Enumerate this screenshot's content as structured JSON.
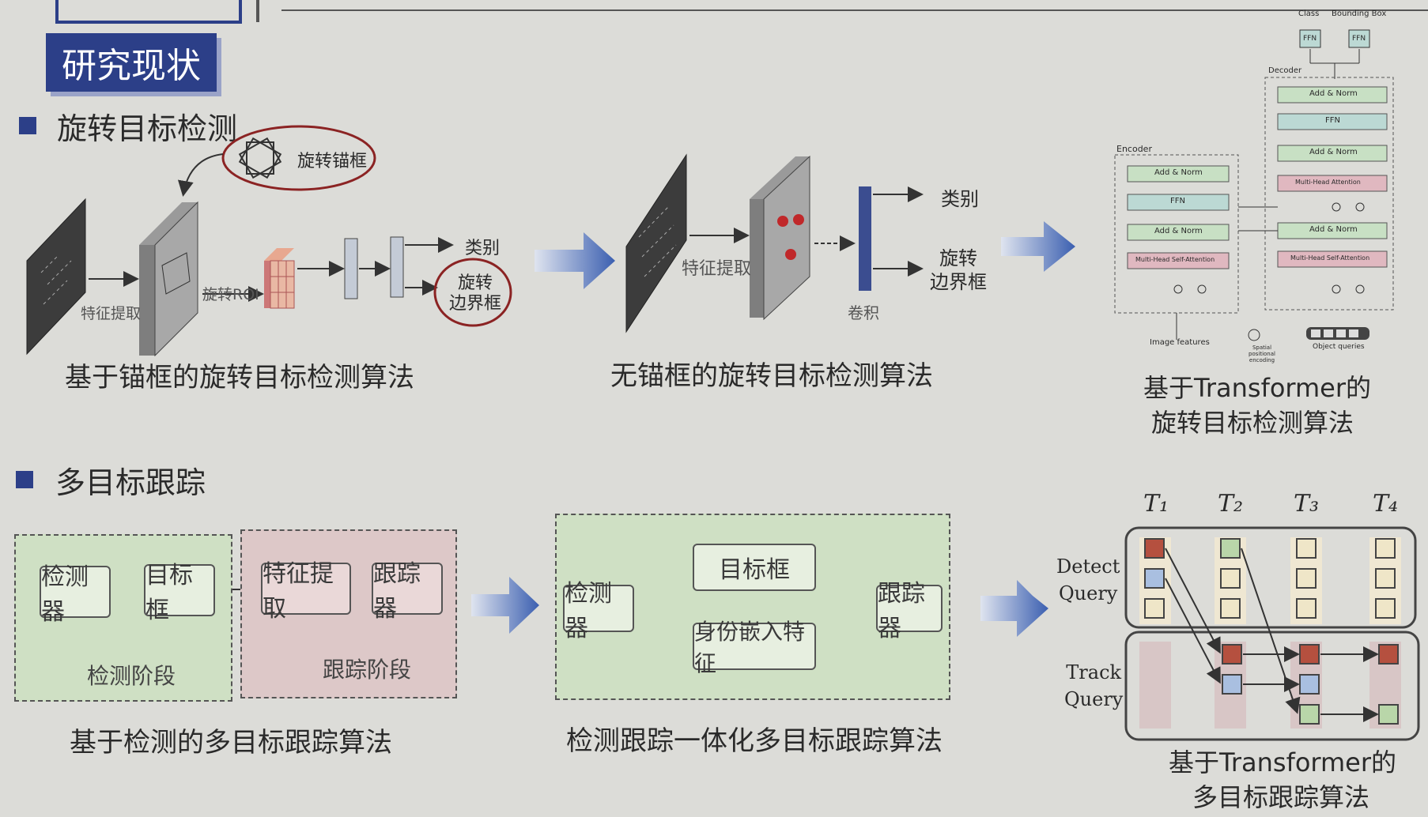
{
  "header": {
    "section_badge": "研究现状"
  },
  "section1": {
    "title": "旋转目标检测",
    "anchor": {
      "rotating_anchor": "旋转锚框",
      "feature_extract": "特征提取",
      "rotated_roi": "旋转ROI",
      "category": "类别",
      "rotated_bbox": "旋转\n边界框",
      "caption": "基于锚框的旋转目标检测算法"
    },
    "anchor_free": {
      "feature_extract": "特征提取",
      "conv": "卷积",
      "category": "类别",
      "rotated_bbox": "旋转\n边界框",
      "caption": "无锚框的旋转目标检测算法"
    },
    "transformer": {
      "class_label": "Class",
      "bbox_label": "Bounding Box",
      "ffn": "FFN",
      "decoder": "Decoder",
      "encoder": "Encoder",
      "add_norm": "Add & Norm",
      "mha": "Multi-Head Attention",
      "mhsa": "Multi-Head Self-Attention",
      "image_features": "Image features",
      "spatial_encoding": "Spatial positional encoding",
      "object_queries": "Object queries",
      "caption_line1": "基于Transformer的",
      "caption_line2": "旋转目标检测算法"
    }
  },
  "section2": {
    "title": "多目标跟踪",
    "tbd": {
      "detector": "检测器",
      "target_box": "目标框",
      "feature_extract": "特征提取",
      "tracker": "跟踪器",
      "stage_detect": "检测阶段",
      "stage_track": "跟踪阶段",
      "caption": "基于检测的多目标跟踪算法"
    },
    "jde": {
      "detector": "检测器",
      "target_box": "目标框",
      "embedding": "身份嵌入特征",
      "tracker": "跟踪器",
      "caption": "检测跟踪一体化多目标跟踪算法"
    },
    "mot_transformer": {
      "t1": "T₁",
      "t2": "T₂",
      "t3": "T₃",
      "t4": "T₄",
      "detect_query": "Detect\nQuery",
      "track_query": "Track\nQuery",
      "caption_line1": "基于Transformer的",
      "caption_line2": "多目标跟踪算法"
    }
  },
  "colors": {
    "badge": "#2c3f88",
    "arrow": "#3b5fb0",
    "green_panel": "#cfe0c4",
    "pink_panel": "#ddc8c8",
    "red_query": "#b5503f",
    "blue_query": "#a9bfe0",
    "green_query": "#b9d6a9",
    "cream_query": "#efe6c8"
  }
}
